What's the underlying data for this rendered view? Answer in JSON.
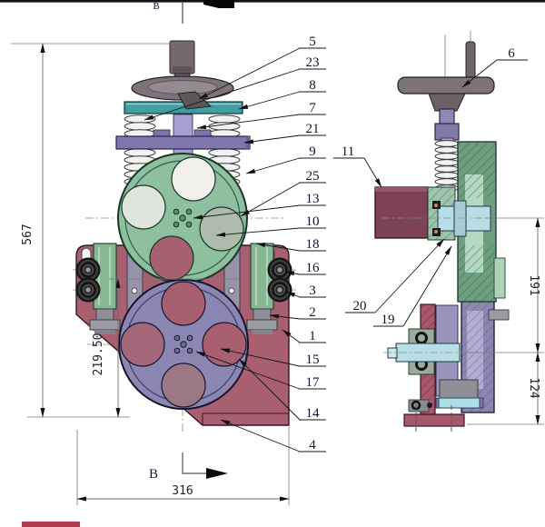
{
  "drawing": {
    "section_marker": {
      "top": "B",
      "bottom": "B"
    },
    "dimensions": {
      "overall_height": "567",
      "roller_axis_height": "219.50",
      "base_width": "316",
      "upper_shaft_span": "191",
      "lower_shaft_span": "124"
    },
    "callouts": {
      "c1": "1",
      "c2": "2",
      "c3": "3",
      "c4": "4",
      "c5": "5",
      "c6": "6",
      "c7": "7",
      "c8": "8",
      "c9": "9",
      "c10": "10",
      "c11": "11",
      "c13": "13",
      "c14": "14",
      "c15": "15",
      "c16": "16",
      "c17": "17",
      "c18": "18",
      "c19": "19",
      "c20": "20",
      "c21": "21",
      "c23": "23",
      "c25": "25"
    },
    "colors": {
      "body_red": "#a85f70",
      "base_red": "#a5596b",
      "wheel_green": "#8ebf9e",
      "wheel_purple": "#8b87b2",
      "top_plate_teal": "#3f9fa3",
      "bar_purple": "#8077ad",
      "post_lavender": "#9a91bd",
      "column_green": "#86b894",
      "shaft_blue": "#b9dde6",
      "box_maroon": "#7e4256",
      "roller_black": "#141414",
      "spring_white": "#f2f2f0",
      "metal_gray": "#9c9ca4",
      "handle_gray": "#7c747a"
    }
  }
}
